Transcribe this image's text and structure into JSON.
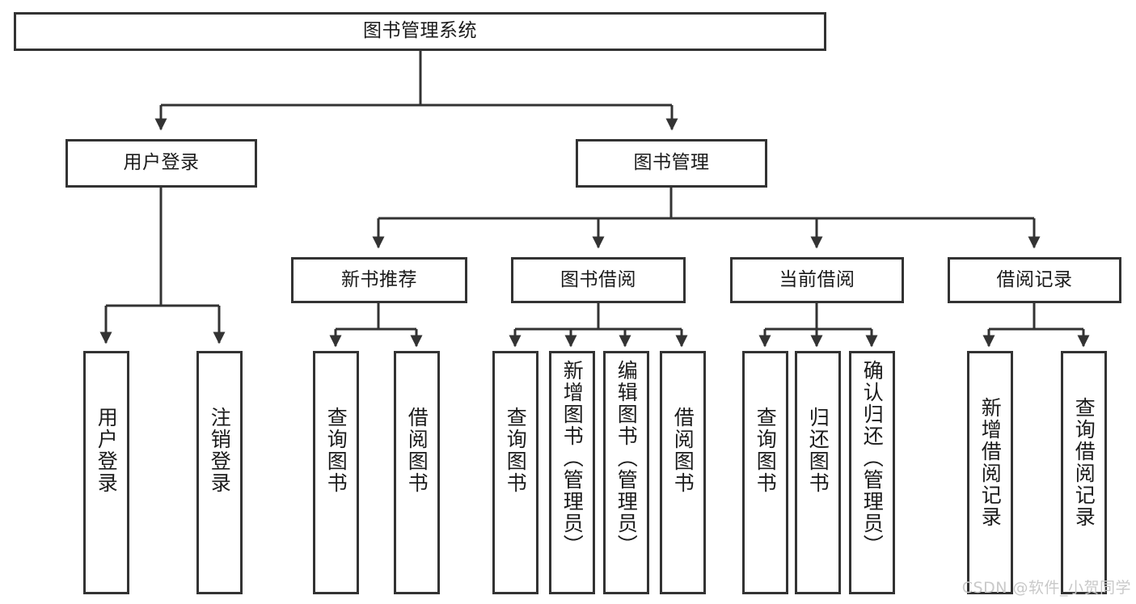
{
  "diagram": {
    "type": "tree-hierarchy",
    "title": "图书管理系统",
    "root": {
      "id": "root",
      "label": "图书管理系统"
    },
    "level1": [
      {
        "id": "user-login",
        "label": "用户登录"
      },
      {
        "id": "book-management",
        "label": "图书管理"
      }
    ],
    "level2": [
      {
        "id": "new-book-recommend",
        "label": "新书推荐",
        "parent": "book-management"
      },
      {
        "id": "book-borrow",
        "label": "图书借阅",
        "parent": "book-management"
      },
      {
        "id": "current-borrow",
        "label": "当前借阅",
        "parent": "book-management"
      },
      {
        "id": "borrow-record",
        "label": "借阅记录",
        "parent": "book-management"
      }
    ],
    "leaves": {
      "user_login": [
        {
          "id": "leaf-user-login",
          "label": "用户登录"
        },
        {
          "id": "leaf-logout",
          "label": "注销登录"
        }
      ],
      "new_book_recommend": [
        {
          "id": "leaf-query-book-1",
          "label": "查询图书"
        },
        {
          "id": "leaf-borrow-book-1",
          "label": "借阅图书"
        }
      ],
      "book_borrow": [
        {
          "id": "leaf-query-book-2",
          "label": "查询图书"
        },
        {
          "id": "leaf-add-book",
          "label": "新增图书（管理员）"
        },
        {
          "id": "leaf-edit-book",
          "label": "编辑图书（管理员）"
        },
        {
          "id": "leaf-borrow-book-2",
          "label": "借阅图书"
        }
      ],
      "current_borrow": [
        {
          "id": "leaf-query-book-3",
          "label": "查询图书"
        },
        {
          "id": "leaf-return-book",
          "label": "归还图书"
        },
        {
          "id": "leaf-confirm-return",
          "label": "确认归还（管理员）"
        }
      ],
      "borrow_record": [
        {
          "id": "leaf-add-record",
          "label": "新增借阅记录"
        },
        {
          "id": "leaf-query-record",
          "label": "查询借阅记录"
        }
      ]
    },
    "colors": {
      "stroke": "#333333",
      "fill": "#ffffff",
      "text": "#1b1b1b",
      "watermark": "#c9c9c9"
    }
  },
  "watermark": {
    "text": "CSDN @软件_小贺同学"
  }
}
